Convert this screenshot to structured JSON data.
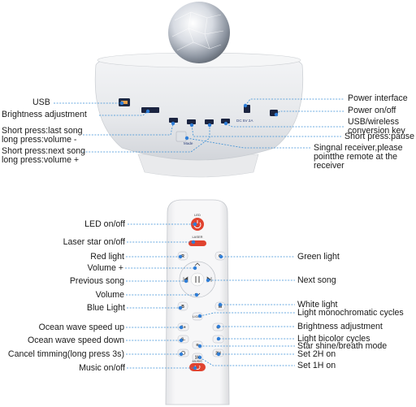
{
  "device": {
    "labels": {
      "usb": "USB",
      "brightness": "Brightness adjustment",
      "prev_song": "Short press:last song\nlong press:volume -",
      "next_song": "Short press:next song\nlong press:volume +",
      "power_interface": "Power interface",
      "power_onoff": "Power on/off",
      "usb_wireless": "USB/wireless\nconversion key",
      "pause": "Short press:pause",
      "signal": "Singnal receiver,please\npointthe remote at the\nreceiver"
    },
    "body_marks": {
      "dc": "DC 5V 2A",
      "brand": "Made"
    }
  },
  "remote": {
    "labels": {
      "led": "LED on/off",
      "laser": "Laser star on/off",
      "red": "Red light",
      "volume_plus": "Volume +",
      "previous": "Previous song",
      "volume": "Volume",
      "blue": "Blue Light",
      "wave_up": "Ocean wave speed up",
      "wave_down": "Ocean wave speed down",
      "cancel_timing": "Cancel timming(long press 3s)",
      "music": "Music on/off",
      "green": "Green light",
      "next": "Next song",
      "white": "White light",
      "mono": "Light monochromatic cycles",
      "brightness": "Brightness adjustment",
      "bicolor": "Light bicolor cycles",
      "star_shine": "Star shine/breath mode",
      "set2h": "Set 2H on",
      "set1h": "Set 1H on"
    },
    "keys": {
      "led": "LED",
      "laser": "LASER",
      "r": "R",
      "g": "G",
      "b": "B",
      "w": "W",
      "s_plus": "S+",
      "s_minus": "S-",
      "h2": "2H",
      "h1": "1H",
      "music": "MUSIC",
      "light": "LIGHT"
    }
  },
  "colors": {
    "pointer": "#3a8fd6",
    "power_red": "#e0432f",
    "dot": "#2f7ed8"
  }
}
